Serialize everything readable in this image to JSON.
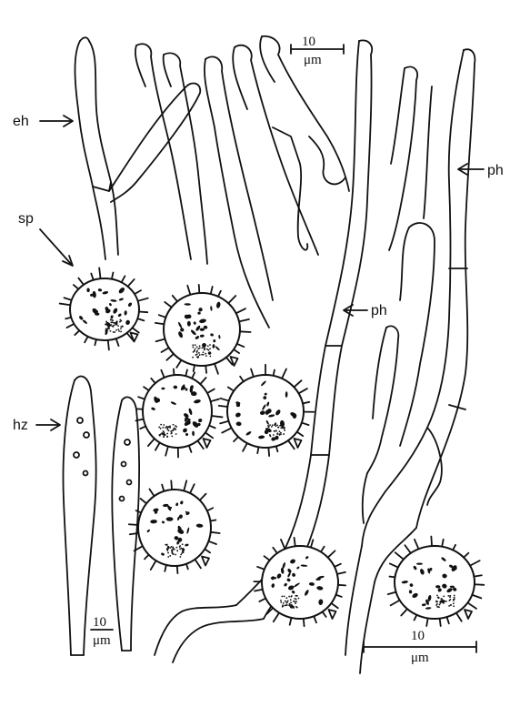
{
  "labels": {
    "eh": "eh",
    "sp": "sp",
    "hz": "hz",
    "ph_top": "ph",
    "ph_mid": "ph"
  },
  "scale_bars": {
    "top": {
      "value": "10",
      "unit": "μm"
    },
    "bottom_left": {
      "value": "10",
      "unit": "μm"
    },
    "bottom_right": {
      "value": "10",
      "unit": "μm"
    }
  },
  "colors": {
    "ink": "#111111",
    "paper": "#ffffff"
  }
}
